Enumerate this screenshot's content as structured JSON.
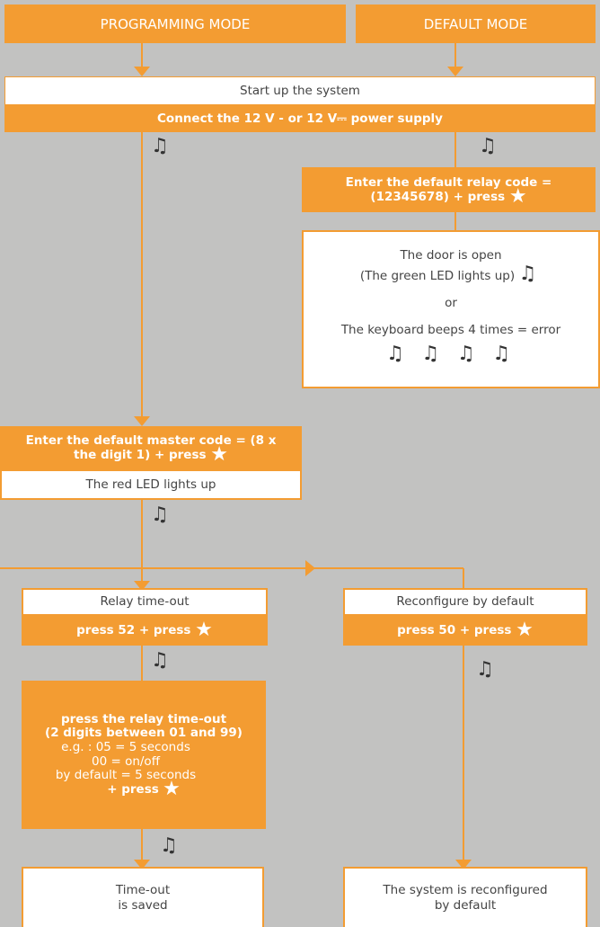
{
  "headers": {
    "programming": "PROGRAMMING MODE",
    "default": "DEFAULT MODE"
  },
  "startup": {
    "title": "Start up the system",
    "power": "Connect the 12 V - or 12 V⎓ power supply"
  },
  "default_relay": {
    "line1": "Enter the default relay code =",
    "line2": "(12345678) + press"
  },
  "door_box": {
    "line1": "The door is open",
    "line2": "(The green LED lights up)",
    "or": "or",
    "error": "The keyboard beeps 4 times = error"
  },
  "master": {
    "line1": "Enter the default master code = (8 x",
    "line2": "the digit 1) + press",
    "led": "The red LED lights up"
  },
  "relay_timeout": {
    "title": "Relay time-out",
    "press": "press 52 + press"
  },
  "reconfigure": {
    "title": "Reconfigure by default",
    "press": "press 50 + press"
  },
  "timeout_entry": {
    "line1": "press the relay time-out",
    "line2": "(2 digits between 01 and 99)",
    "line3": "e.g. : 05 = 5 seconds",
    "line4": "00 = on/off",
    "line5": "by default = 5 seconds",
    "line6": "+ press"
  },
  "saved": {
    "line1": "Time-out",
    "line2": "is saved"
  },
  "reconfigured": {
    "line1": "The system is reconfigured",
    "line2": "by default"
  },
  "symbols": {
    "star": "★",
    "note": "♫"
  }
}
